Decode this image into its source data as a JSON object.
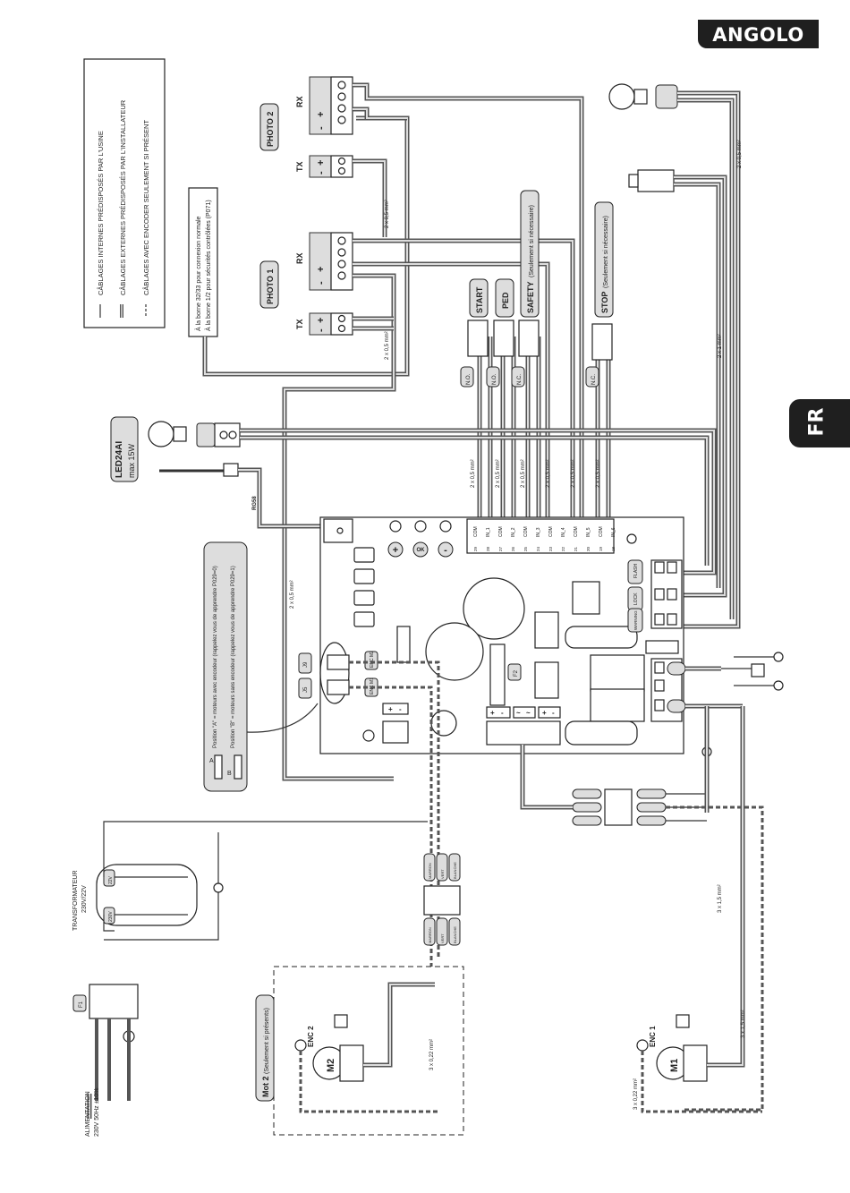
{
  "header": {
    "brand": "ANGOLO",
    "language_tab": "FR"
  },
  "legend": {
    "items": [
      {
        "style": "thin",
        "label": "CÂBLAGES INTERNES PRÉDISPOSÉS PAR L'USINE"
      },
      {
        "style": "thick",
        "label": "CÂBLAGES EXTERNES PRÉDISPOSÉS PAR L'INSTALLATEUR"
      },
      {
        "style": "dashed",
        "label": "CÂBLAGES AVEC ENCODER SEULEMENT SI PRÉSENT"
      }
    ]
  },
  "photo_note": {
    "line1": "À la borne 32/33 pour connexion normale",
    "line2": "À la borne 1/2 pour sécurités contrôlées (P071)"
  },
  "photocells": {
    "photo1": "PHOTO 1",
    "photo2": "PHOTO 2",
    "rx": "RX",
    "tx": "TX",
    "minus": "-",
    "plus": "+"
  },
  "inputs": {
    "start": "START",
    "ped": "PED",
    "safety": "SAFETY",
    "safety_note": "(Seulement si nécessaire)",
    "stop": "STOP",
    "stop_note": "(Seulement si nécessaire)",
    "contact_no": "N.O.",
    "contact_nc": "N.C."
  },
  "led": {
    "name": "LED24AI",
    "power": "max 15W",
    "antenna_cable": "RG58"
  },
  "cables": {
    "c2x05": "2 x 0,5 mm²",
    "c2x1": "2 x 1 mm²",
    "c3x15": "3 x 1,5 mm²",
    "c3x022": "3 x 0,22 mm²"
  },
  "board": {
    "buttons": [
      "+",
      "OK",
      "-"
    ],
    "input_terminals": [
      "COM",
      "IN_1",
      "COM",
      "IN_2",
      "COM",
      "IN_3",
      "COM",
      "IN_4",
      "COM",
      "IN_5",
      "COM",
      "IN_6"
    ],
    "input_numbers": [
      "29",
      "28",
      "27",
      "26",
      "25",
      "24",
      "23",
      "22",
      "21",
      "20",
      "19",
      "18"
    ],
    "outputs": [
      "FLASH",
      "LOCK",
      "WARNING"
    ],
    "jumpers": [
      "J9",
      "J5"
    ],
    "encoders": [
      "ENC M2",
      "ENC M1"
    ],
    "fuse": "F2",
    "dc_terminals": [
      "+",
      "-",
      "~",
      "~",
      "+",
      "-"
    ]
  },
  "jumper_note": {
    "a": "Position \"A\" = moteurs avec encodeur (rappelez vous de apprendre P029=0)",
    "b": "Position \"B\" = moteurs sans encodeur (rappelez vous de apprendre P029=1)",
    "label_a": "A",
    "label_b": "B"
  },
  "transformer": {
    "title": "TRANSFORMATEUR",
    "ratio": "230V/22V",
    "primary": "230V",
    "secondary": "22V"
  },
  "supply": {
    "title": "ALIMENTATION",
    "spec": "230V 50Hz ±10%",
    "fuse": "F1"
  },
  "motor_wires": [
    "MARRON",
    "VERT",
    "BLANCHE"
  ],
  "motors": {
    "m1": "M1",
    "m2": "M2",
    "enc1": "ENC 1",
    "enc2": "ENC 2",
    "mot2_title": "Mot 2",
    "mot2_note": "(Seulement si présents)"
  }
}
